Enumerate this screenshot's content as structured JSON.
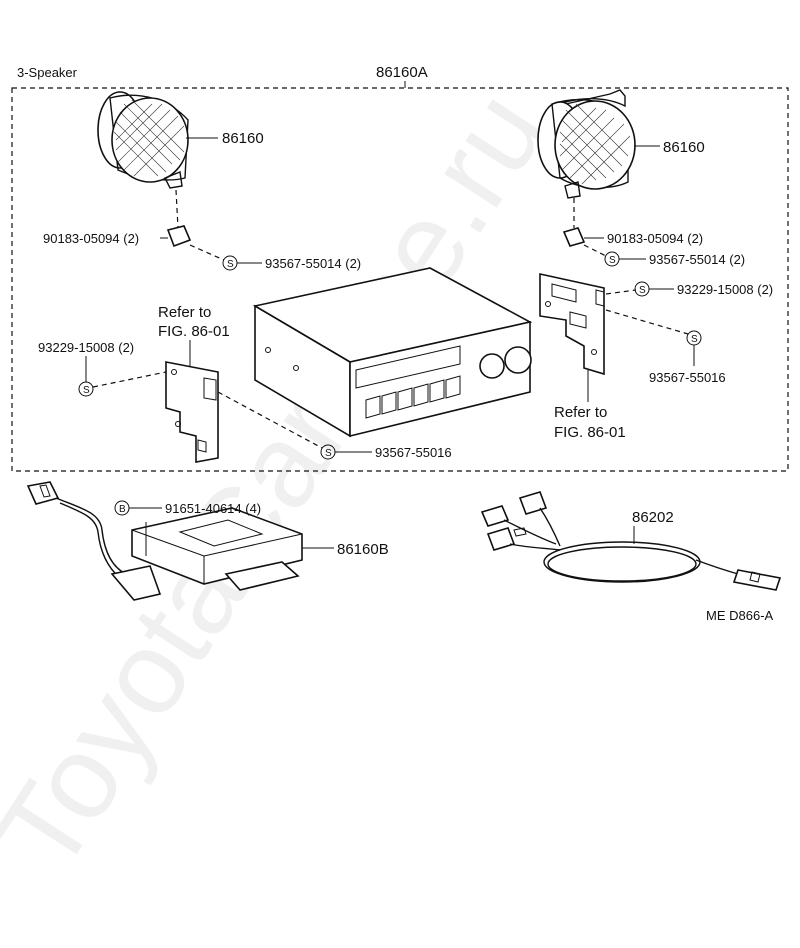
{
  "diagram": {
    "group_label": "3-Speaker",
    "assembly_number": "86160A",
    "drawing_code": "ME  D866-A",
    "watermark": "ToyotaCar-line.ru",
    "symbol_s": "S",
    "symbol_b": "B",
    "callouts": {
      "speaker_left": "86160",
      "speaker_right": "86160",
      "clip_left": "90183-05094 (2)",
      "clip_right": "90183-05094 (2)",
      "screw_left_speaker": "93567-55014 (2)",
      "screw_right_speaker": "93567-55014 (2)",
      "screw_left_bracket": "93229-15008 (2)",
      "screw_right_bracket": "93229-15008 (2)",
      "screw_bottom": "93567-55016",
      "screw_right_lower": "93567-55016",
      "bolt_amp": "91651-40614 (4)",
      "amplifier": "86160B",
      "wire_harness": "86202",
      "refer_left_1": "Refer to",
      "refer_left_2": "FIG. 86-01",
      "refer_right_1": "Refer to",
      "refer_right_2": "FIG. 86-01"
    }
  }
}
